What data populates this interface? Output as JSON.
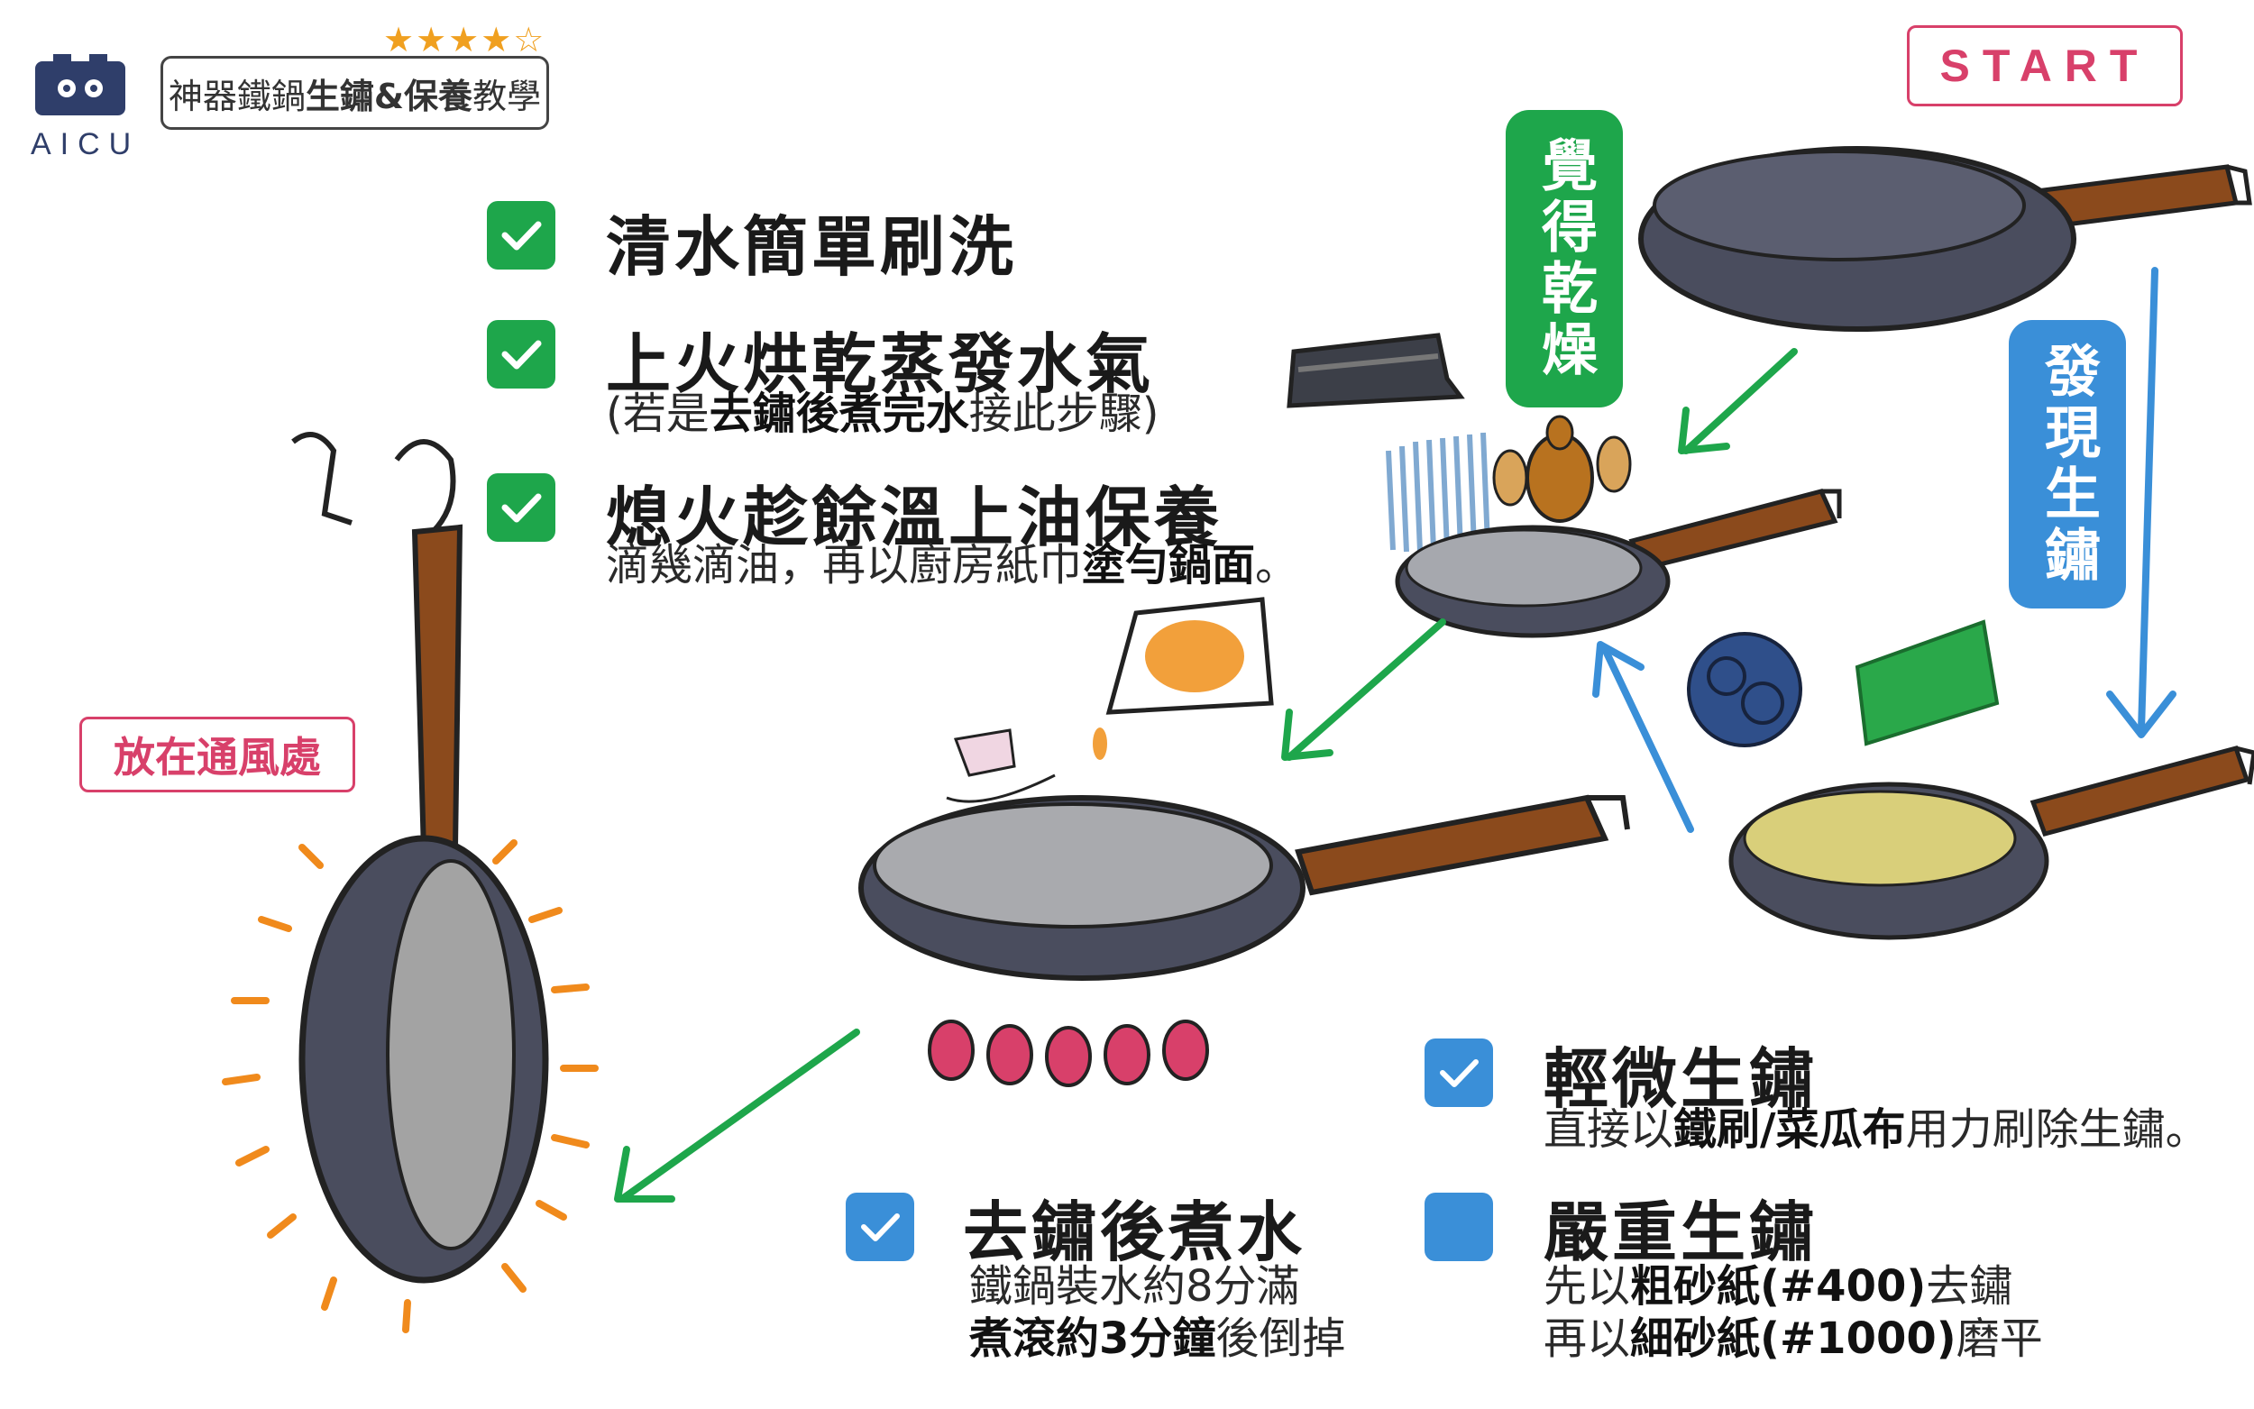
{
  "header": {
    "rating": "★★★★☆",
    "logo_text": "AICU",
    "tagline_part1": "神器鐵鍋",
    "tagline_bold": "生鏽&保養",
    "tagline_part2": "教學"
  },
  "start_label": "START",
  "branch_labels": {
    "dry": "覺得乾燥",
    "rust": "發現生鏽",
    "ventilate": "放在通風處"
  },
  "steps": [
    {
      "title": "清水簡單刷洗",
      "checked": true
    },
    {
      "title": "上火烘乾蒸發水氣",
      "checked": true,
      "note_pre": "(若是",
      "note_bold1": "去鏽後煮完水",
      "note_post": "接此步驟)"
    },
    {
      "title": "熄火趁餘溫上油保養",
      "checked": true,
      "note_pre": "滴幾滴油，再以廚房紙巾",
      "note_bold1": "塗勻鍋面",
      "note_post": "。"
    }
  ],
  "rust_cases": [
    {
      "title": "輕微生鏽",
      "checked": true,
      "line1_pre": "直接以",
      "line1_bold": "鐵刷/菜瓜布",
      "line1_post": "用力刷除生鏽。"
    },
    {
      "title": "嚴重生鏽",
      "checked": false,
      "line1_pre": "先以",
      "line1_bold": "粗砂紙(#400)",
      "line1_post": "去鏽",
      "line2_pre": "再以",
      "line2_bold": "細砂紙(#1000)",
      "line2_post": "磨平"
    }
  ],
  "boil": {
    "title": "去鏽後煮水",
    "checked": true,
    "line1": "鐵鍋裝水約8分滿",
    "line2_bold": "煮滾約3分鐘",
    "line2_post": "後倒掉"
  },
  "colors": {
    "green": "#1ea64b",
    "blue": "#3a8fd8",
    "pink": "#d8406a",
    "pan_body": "#4a4d5e",
    "handle": "#8b4a1c",
    "orange": "#f08a1c"
  }
}
